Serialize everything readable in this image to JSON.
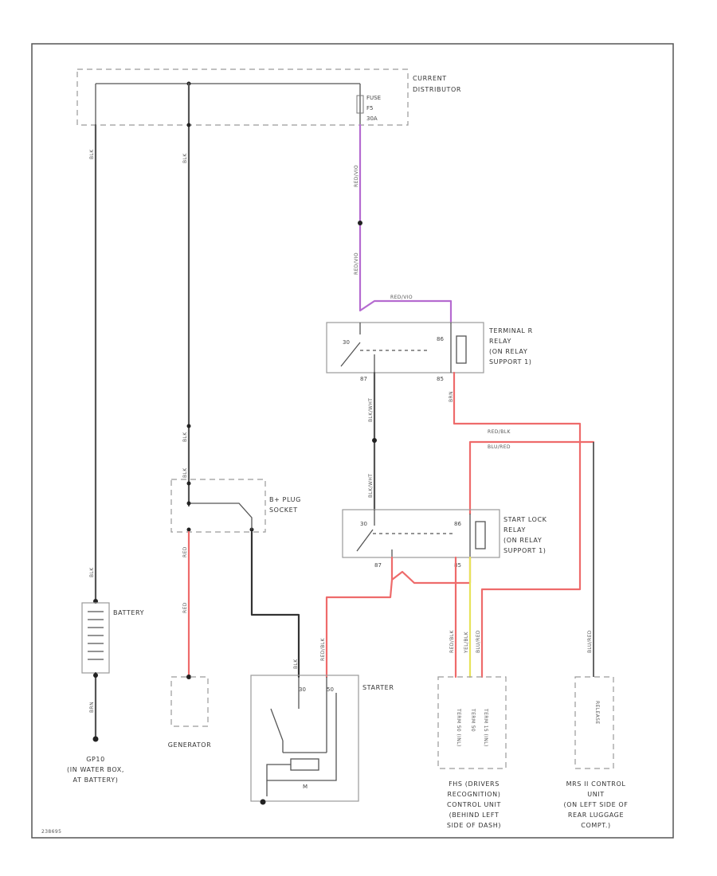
{
  "diagram": {
    "components": {
      "current_distributor": [
        "CURRENT",
        "DISTRIBUTOR"
      ],
      "fuse": [
        "FUSE",
        "F5",
        "30A"
      ],
      "terminal_relay": [
        "TERMINAL R",
        "RELAY",
        "(ON RELAY",
        "SUPPORT 1)"
      ],
      "start_lock_relay": [
        "START LOCK",
        "RELAY",
        "(ON RELAY",
        "SUPPORT 1)"
      ],
      "b_plug_socket": [
        "B+ PLUG",
        "SOCKET"
      ],
      "battery": "BATTERY",
      "generator": "GENERATOR",
      "starter": "STARTER",
      "ground": [
        "GP10",
        "(IN WATER BOX,",
        "AT BATTERY)"
      ],
      "frm_unit": [
        "FHS (DRIVERS",
        "RECOGNITION)",
        "CONTROL UNIT",
        "(BEHIND LEFT",
        "SIDE OF DASH)"
      ],
      "fhs_terminals": [
        "TERM 50 (INL)",
        "TERM 50",
        "TERM 15 (INL)"
      ],
      "mrs_unit": [
        "MRS II CONTROL",
        "UNIT",
        "(ON LEFT SIDE OF",
        "REAR LUGGAGE",
        "COMPT.)"
      ],
      "mrs_terminal": "RELEASE"
    },
    "pins": {
      "t30": "30",
      "t87": "87",
      "t85": "85",
      "t86": "86",
      "t30b": "30",
      "t87b": "87",
      "t85b": "85",
      "t86b": "86",
      "s30": "30",
      "s50": "50",
      "sm": "M"
    },
    "wires": {
      "battery_pos": "BLK",
      "battery_down": "BLK",
      "battery_neg": "BRN",
      "gen_feed": "BLK",
      "gen_mid": "BLK",
      "bplug_in": "BLK",
      "gen_out": "RED",
      "gen_red": "RED",
      "starter_feed": "BLK",
      "fuse_out": "RED/VIO",
      "fuse_mid": "RED/VIO",
      "relay_top": "RED/VIO",
      "relay87_out": "BLK/WHT",
      "relay87_mid": "BLK/WHT",
      "relay85_out": "BRN",
      "redblk": "RED/BLK",
      "bluered": "BLU/RED",
      "lock_out": "RED/BLK",
      "lock_yel": "YEL/BLK",
      "lock_86": "BLU/RED",
      "lock_red2": "RED/BLK",
      "mrs_feed": "BLU/RED"
    },
    "footer": "238695"
  }
}
